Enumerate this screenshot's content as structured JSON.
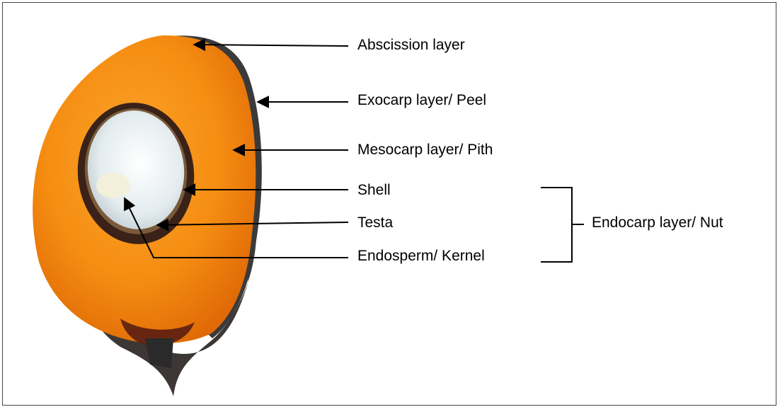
{
  "labels": {
    "abscission": "Abscission layer",
    "exocarp": "Exocarp layer/ Peel",
    "mesocarp": "Mesocarp layer/ Pith",
    "shell": "Shell",
    "testa": "Testa",
    "endosperm": "Endosperm/ Kernel",
    "endocarp": "Endocarp layer/ Nut"
  },
  "colors": {
    "mesocarp": "#f58d12",
    "mesocarp_dark": "#e06a06",
    "shell": "#3a2218",
    "kernel": "#e9eef0",
    "base": "#5a1e12",
    "shadow": "#1a1410"
  }
}
